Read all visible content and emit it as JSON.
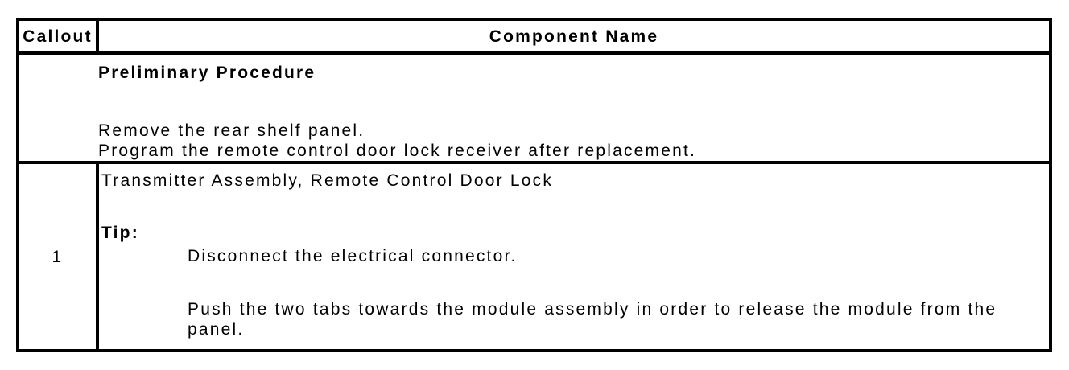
{
  "colors": {
    "background": "#ffffff",
    "border": "#000000",
    "text": "#000000"
  },
  "table": {
    "header": {
      "callout_label": "Callout",
      "component_label": "Component Name"
    },
    "preliminary": {
      "title": "Preliminary Procedure",
      "steps": [
        "Remove the rear shelf panel.",
        "Program the remote control door lock receiver after replacement."
      ]
    },
    "rows": [
      {
        "callout": "1",
        "component_name": "Transmitter Assembly, Remote Control Door Lock",
        "tip_label": "Tip:",
        "tip_steps": [
          "Disconnect the electrical connector.",
          "Push the two tabs towards the module assembly in order to release the module from the panel."
        ]
      }
    ]
  }
}
